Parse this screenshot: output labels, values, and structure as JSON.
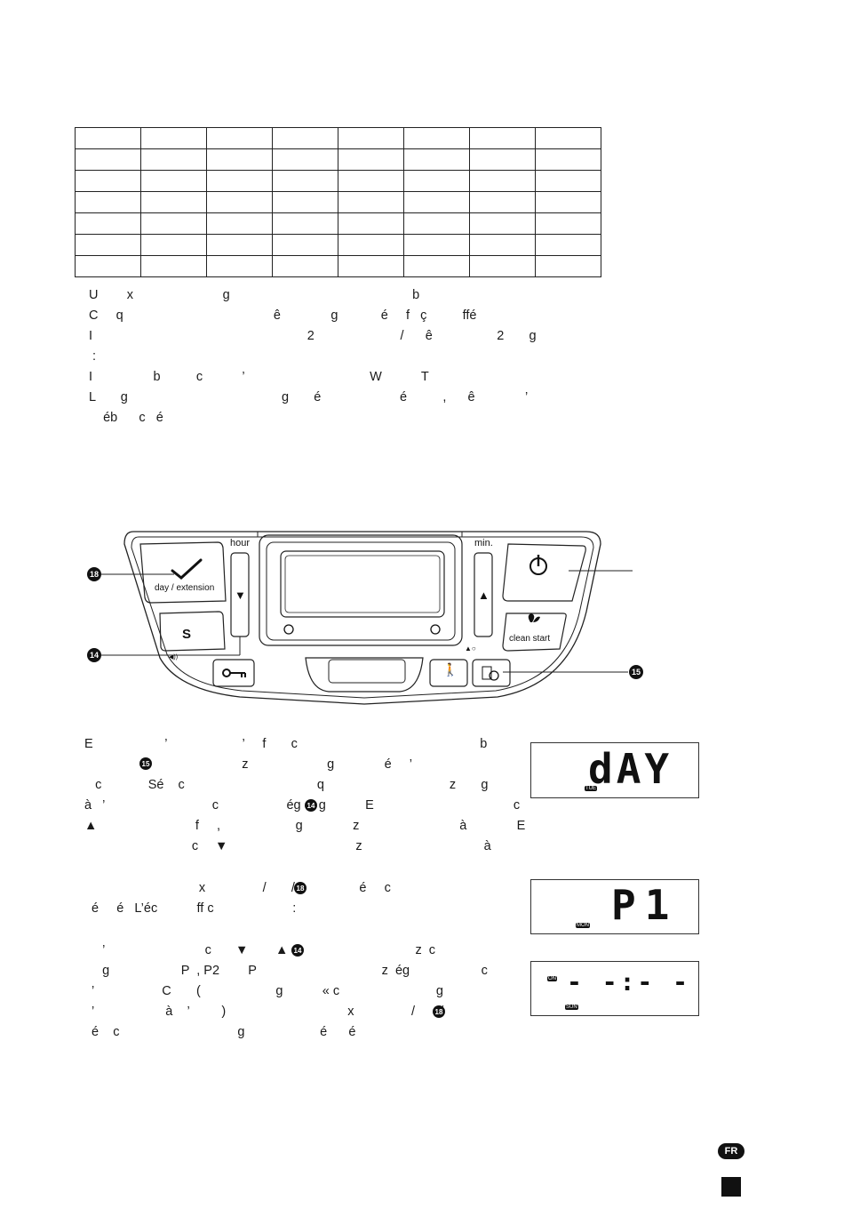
{
  "table": {
    "rows": 7,
    "cols": 8
  },
  "intro_lines": [
    "U        x                         g                                                   b",
    "C     q                                          ê              g            é     f   ç          ffé",
    "I                                                            2                        /      ê                  2       g",
    " :",
    "I                 b          c           ’                                   W           T",
    "L       g                                           g       é                      é          ,      ê              ’",
    "    éb      c   é"
  ],
  "panel": {
    "hour_label": "hour",
    "min_label": "min.",
    "day_extension_label": "day / extension",
    "clean_start_label": "clean start",
    "callout_18": "18",
    "callout_14": "14",
    "callout_15": "15",
    "sound_mark": "◀))",
    "down_arrow": "▼",
    "up_arrow": "▲",
    "min_sub": "▲○"
  },
  "section2_lines": [
    "E                    ’                     ’     f       c                                                   b",
    "                                            z                      g              é     ’",
    "   c             Sé    c                                     q                                   z       g",
    "à   ’                              c                   ég     g           E                                       c",
    "                               f     ,                     g              z                            à              E",
    "                              c                                            z                                  à"
  ],
  "section3_lines": [
    "                                x                /       /                  é     c",
    "  é     é   L’éc           ff c                      :"
  ],
  "section4_lines": [
    "     ’                            c                                                         z  c",
    "     g                    P  , P2        P                                   z  ég                    c",
    "  ’                   C       (                     g           « c                           g",
    "  ’                    à    ’         )                                  x                /       /",
    "  é    c                                 g                     é      é"
  ],
  "inline_marks": {
    "badge_15": "15",
    "badge_14": "14",
    "badge_18": "18",
    "arrow_up": "▲",
    "arrow_down": "▼"
  },
  "lcd1": {
    "text": "dAY",
    "tag": "TUE"
  },
  "lcd2": {
    "text": "P1",
    "tag": "MON"
  },
  "lcd3": {
    "text": "- -:- -",
    "tag_on": "ON",
    "tag_day": "SUN"
  },
  "footer": {
    "lang": "FR"
  }
}
